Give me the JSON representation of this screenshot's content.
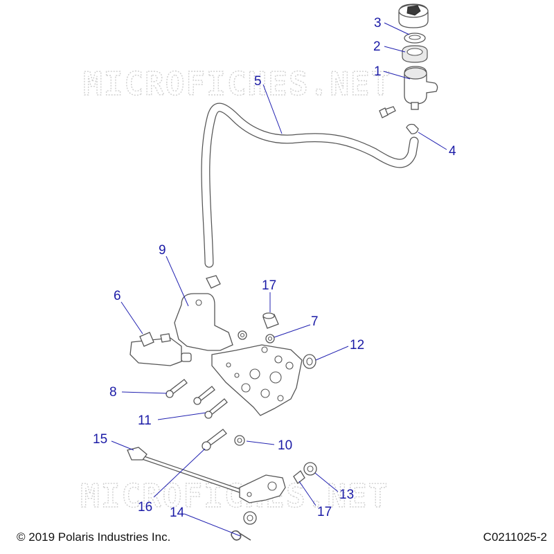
{
  "watermark": "MICROFICHES.NET",
  "footer": {
    "copyright": "© 2019 Polaris Industries Inc.",
    "figure_id": "C0211025-2"
  },
  "callouts": [
    {
      "id": "c1",
      "label": "1"
    },
    {
      "id": "c2",
      "label": "2"
    },
    {
      "id": "c3",
      "label": "3"
    },
    {
      "id": "c4",
      "label": "4"
    },
    {
      "id": "c5",
      "label": "5"
    },
    {
      "id": "c6",
      "label": "6"
    },
    {
      "id": "c7",
      "label": "7"
    },
    {
      "id": "c8",
      "label": "8"
    },
    {
      "id": "c9",
      "label": "9"
    },
    {
      "id": "c10",
      "label": "10"
    },
    {
      "id": "c11",
      "label": "11"
    },
    {
      "id": "c12",
      "label": "12"
    },
    {
      "id": "c13",
      "label": "13"
    },
    {
      "id": "c14",
      "label": "14"
    },
    {
      "id": "c15",
      "label": "15"
    },
    {
      "id": "c16",
      "label": "16"
    },
    {
      "id": "c17a",
      "label": "17"
    },
    {
      "id": "c17b",
      "label": "17"
    }
  ]
}
